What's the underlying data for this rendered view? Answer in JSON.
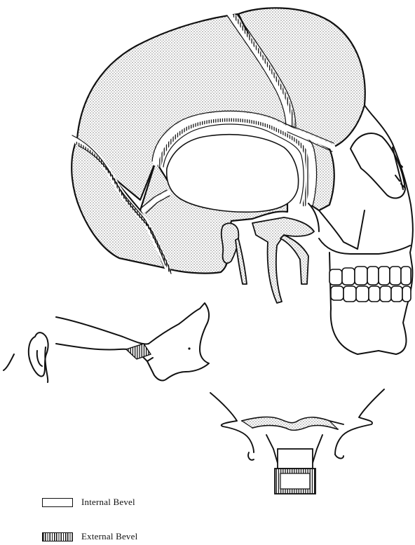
{
  "legend": {
    "internal": {
      "label": "Internal Bevel",
      "pattern": "plain"
    },
    "external": {
      "label": "External Bevel",
      "pattern": "vertical-hatch"
    }
  },
  "colors": {
    "ink": "#111111",
    "stipple": "#b9b9b9",
    "paper": "#ffffff"
  }
}
